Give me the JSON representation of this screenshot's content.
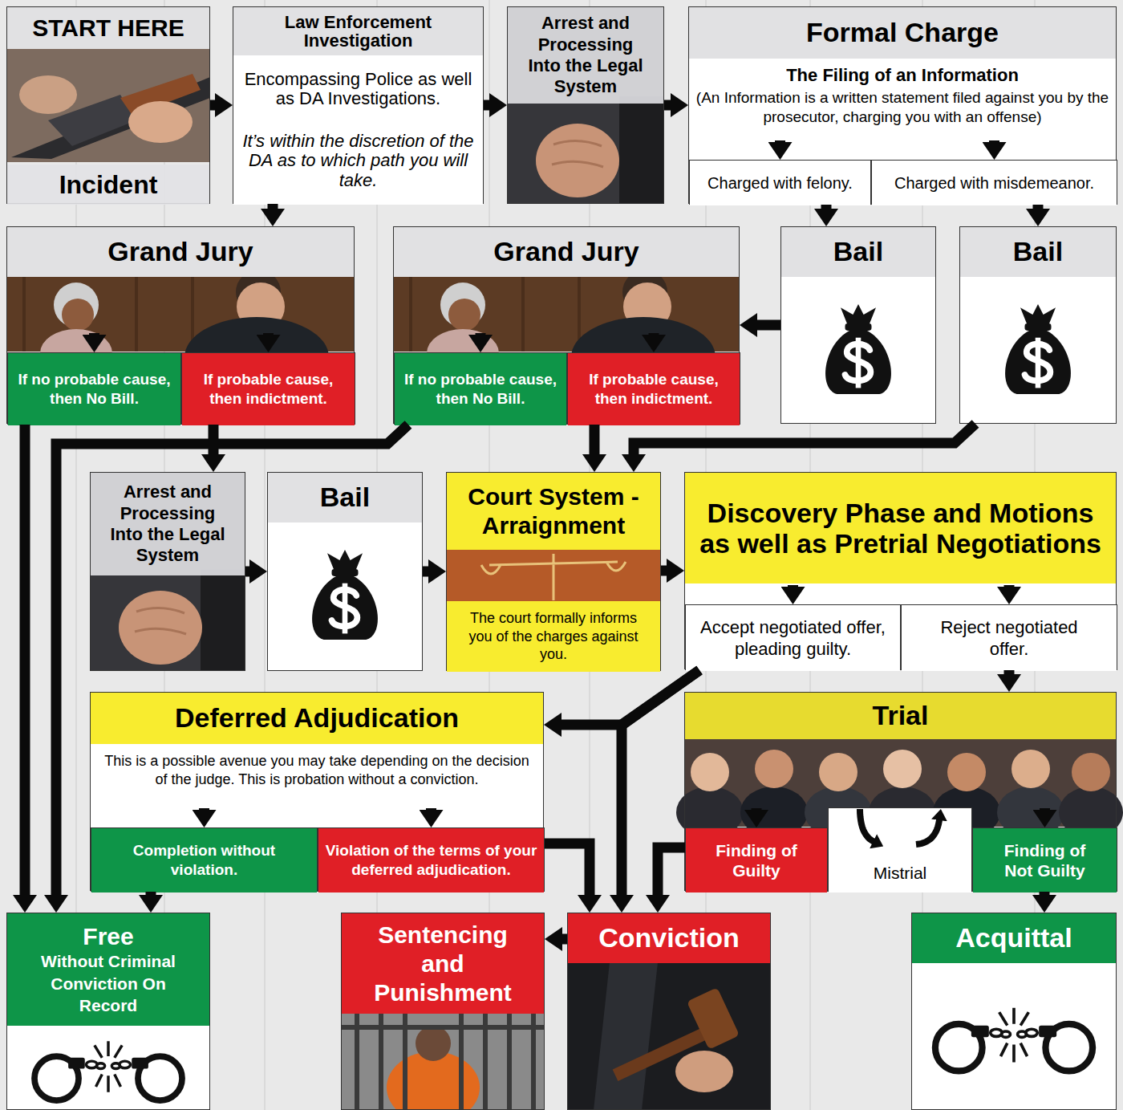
{
  "diagram": {
    "nodes": [
      {
        "text": [
          "START HERE",
          "Incident"
        ]
      },
      {
        "text": [
          "Law Enforcement Investigation",
          "Encompassing Police as well as DA Investigations.",
          "It’s within the discretion of the DA as to which path you will take."
        ]
      },
      {
        "text": [
          "Arrest and Processing Into the Legal System"
        ]
      },
      {
        "text": [
          "Formal Charge",
          "The Filing of an Information",
          "(An Information is a written statement filed against you by the prosecutor, charging you with an offense)"
        ]
      },
      {
        "text": [
          "Charged with felony."
        ],
        "in": 3
      },
      {
        "text": [
          "Charged with misdemeanor."
        ],
        "in": 3
      },
      {
        "text": [
          "Grand Jury"
        ]
      },
      {
        "text": [
          "If no probable cause, then No Bill."
        ],
        "in": 6
      },
      {
        "text": [
          "If probable cause, then indictment."
        ],
        "in": 6
      },
      {
        "text": [
          "Grand Jury"
        ]
      },
      {
        "text": [
          "If no probable cause, then No Bill."
        ],
        "in": 9
      },
      {
        "text": [
          "If probable cause, then indictment."
        ],
        "in": 9
      },
      {
        "text": [
          "Bail"
        ]
      },
      {
        "text": [
          "Bail"
        ]
      },
      {
        "text": [
          "Arrest and Processing Into the Legal System"
        ]
      },
      {
        "text": [
          "Bail"
        ]
      },
      {
        "text": [
          "Court System - Arraignment",
          "The court formally informs you of the charges against you."
        ]
      },
      {
        "text": [
          "Discovery Phase and Motions as well as Pretrial Negotiations"
        ]
      },
      {
        "text": [
          "Accept negotiated offer, pleading guilty."
        ],
        "in": 17
      },
      {
        "text": [
          "Reject negotiated offer."
        ],
        "in": 17
      },
      {
        "text": [
          "Deferred Adjudication",
          "This is a possible avenue you may take depending on the decision of the judge. This is probation without a conviction."
        ]
      },
      {
        "text": [
          "Completion without violation."
        ],
        "in": 20
      },
      {
        "text": [
          "Violation of the terms of your deferred adjudication."
        ],
        "in": 20
      },
      {
        "text": [
          "Trial"
        ]
      },
      {
        "text": [
          "Finding of Guilty"
        ],
        "in": 23
      },
      {
        "text": [
          "Mistrial"
        ],
        "in": 23
      },
      {
        "text": [
          "Finding of Not Guilty"
        ],
        "in": 23
      },
      {
        "text": [
          "Free",
          "Without Criminal Conviction On Record"
        ]
      },
      {
        "text": [
          "Sentencing and Punishment"
        ]
      },
      {
        "text": [
          "Conviction"
        ]
      },
      {
        "text": [
          "Acquittal"
        ]
      }
    ],
    "edges": [
      {
        "from": 0,
        "to": 1,
        "arrow": "to"
      },
      {
        "from": 1,
        "to": 2,
        "arrow": "to"
      },
      {
        "from": 2,
        "to": 3,
        "arrow": "to"
      },
      {
        "from": 1,
        "to": 6,
        "arrow": "to"
      },
      {
        "from": 3,
        "to": 4,
        "arrow": "to"
      },
      {
        "from": 3,
        "to": 5,
        "arrow": "to"
      },
      {
        "from": 4,
        "to": 12,
        "arrow": "to"
      },
      {
        "from": 5,
        "to": 13,
        "arrow": "to"
      },
      {
        "from": 12,
        "to": 9,
        "arrow": "to"
      },
      {
        "from": 6,
        "to": 7,
        "arrow": "to"
      },
      {
        "from": 6,
        "to": 8,
        "arrow": "to"
      },
      {
        "from": 9,
        "to": 10,
        "arrow": "to"
      },
      {
        "from": 9,
        "to": 11,
        "arrow": "to"
      },
      {
        "from": 7,
        "to": 27,
        "arrow": "to"
      },
      {
        "from": 8,
        "to": 14,
        "arrow": "to"
      },
      {
        "from": 10,
        "to": 27,
        "arrow": "to"
      },
      {
        "from": 11,
        "to": 16,
        "arrow": "to"
      },
      {
        "from": 13,
        "to": 16,
        "arrow": "to"
      },
      {
        "from": 14,
        "to": 15,
        "arrow": "to"
      },
      {
        "from": 15,
        "to": 16,
        "arrow": "to"
      },
      {
        "from": 16,
        "to": 17,
        "arrow": "to"
      },
      {
        "from": 17,
        "to": 18,
        "arrow": "to"
      },
      {
        "from": 17,
        "to": 19,
        "arrow": "to"
      },
      {
        "from": 18,
        "to": 20,
        "arrow": "to"
      },
      {
        "from": 18,
        "to": 29,
        "arrow": "to"
      },
      {
        "from": 19,
        "to": 23,
        "arrow": "to"
      },
      {
        "from": 20,
        "to": 21,
        "arrow": "to"
      },
      {
        "from": 20,
        "to": 22,
        "arrow": "to"
      },
      {
        "from": 23,
        "to": 24,
        "arrow": "to"
      },
      {
        "from": 23,
        "to": 25,
        "arrow": "to"
      },
      {
        "from": 25,
        "to": 23,
        "arrow": "to"
      },
      {
        "from": 23,
        "to": 26,
        "arrow": "to"
      },
      {
        "from": 21,
        "to": 27,
        "arrow": "to"
      },
      {
        "from": 22,
        "to": 29,
        "arrow": "to"
      },
      {
        "from": 24,
        "to": 29,
        "arrow": "to"
      },
      {
        "from": 26,
        "to": 30,
        "arrow": "to"
      },
      {
        "from": 29,
        "to": 28,
        "arrow": "to"
      }
    ]
  }
}
